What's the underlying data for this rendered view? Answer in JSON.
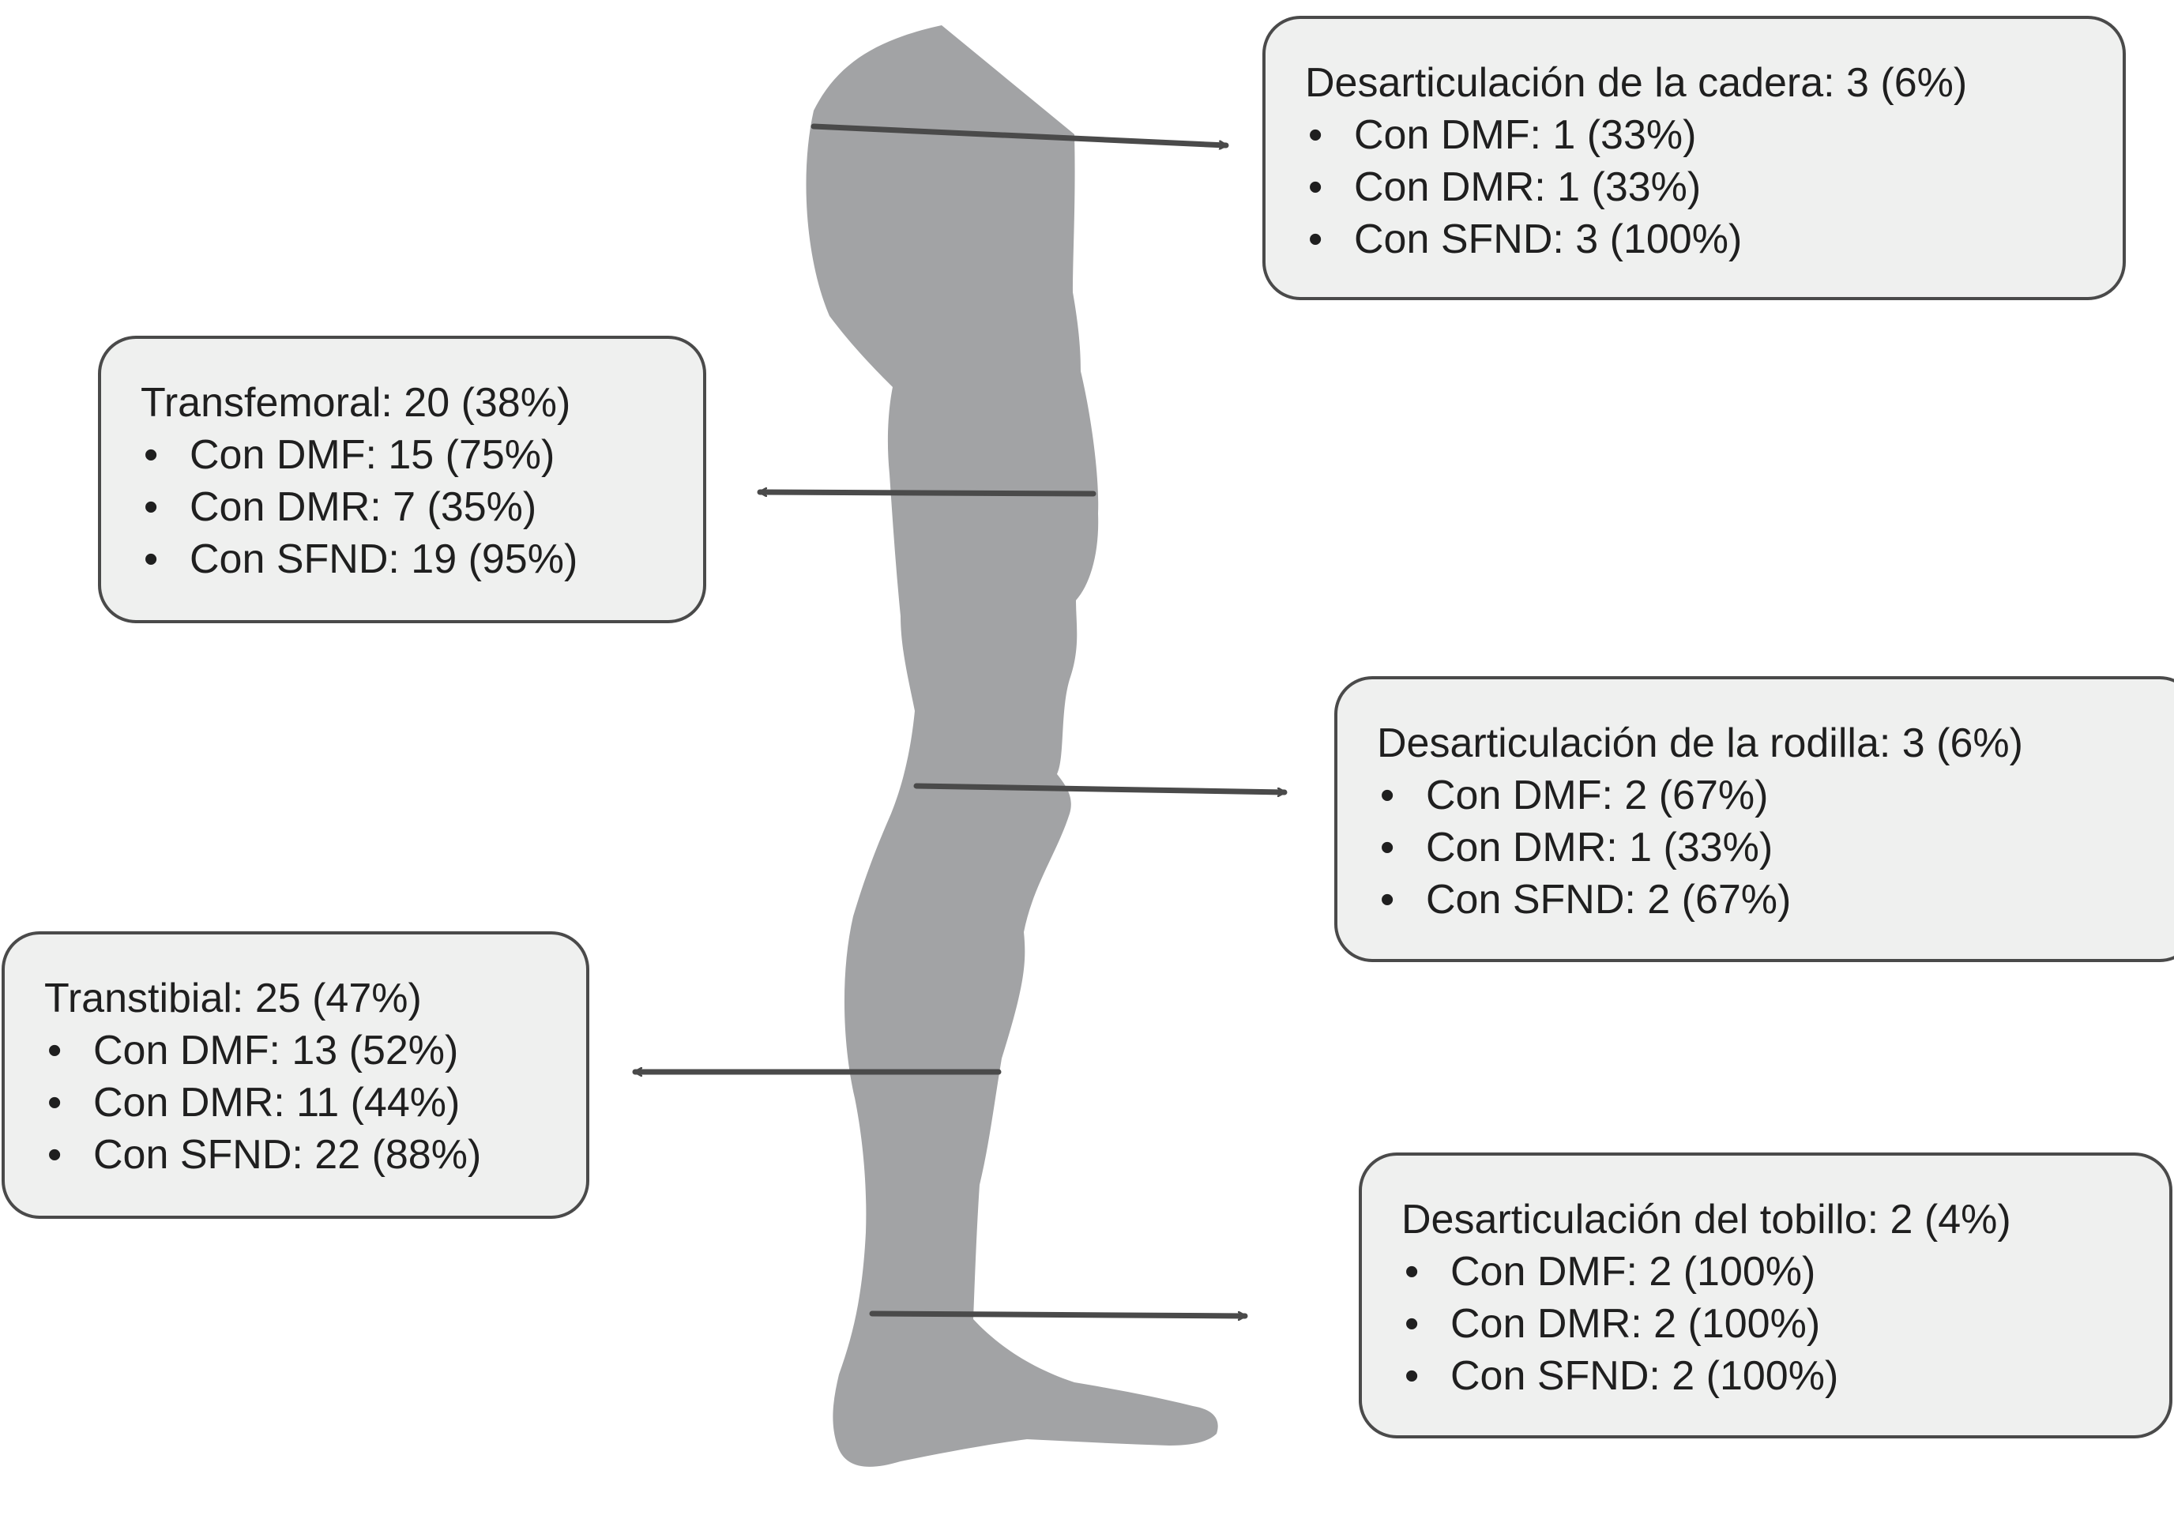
{
  "levels": {
    "hip": {
      "title": "Desarticulación de la cadera: 3 (6%)",
      "items": [
        "Con DMF: 1 (33%)",
        "Con DMR: 1 (33%)",
        "Con SFND: 3 (100%)"
      ]
    },
    "transfemoral": {
      "title": "Transfemoral: 20 (38%)",
      "items": [
        "Con DMF: 15 (75%)",
        "Con DMR: 7 (35%)",
        "Con SFND: 19 (95%)"
      ]
    },
    "knee": {
      "title": "Desarticulación de la rodilla: 3 (6%)",
      "items": [
        "Con DMF: 2 (67%)",
        "Con DMR: 1 (33%)",
        "Con SFND: 2 (67%)"
      ]
    },
    "transtibial": {
      "title": "Transtibial: 25 (47%)",
      "items": [
        "Con DMF: 13 (52%)",
        "Con DMR: 11 (44%)",
        "Con SFND: 22 (88%)"
      ]
    },
    "ankle": {
      "title": "Desarticulación del tobillo: 2 (4%)",
      "items": [
        "Con DMF: 2 (100%)",
        "Con DMR: 2 (100%)",
        "Con SFND: 2 (100%)"
      ]
    }
  },
  "bullet": "•",
  "colors": {
    "leg": "#a2a3a5",
    "line": "#4a4a4a",
    "box_fill": "#eff0ef",
    "box_border": "#4a4a4a"
  }
}
